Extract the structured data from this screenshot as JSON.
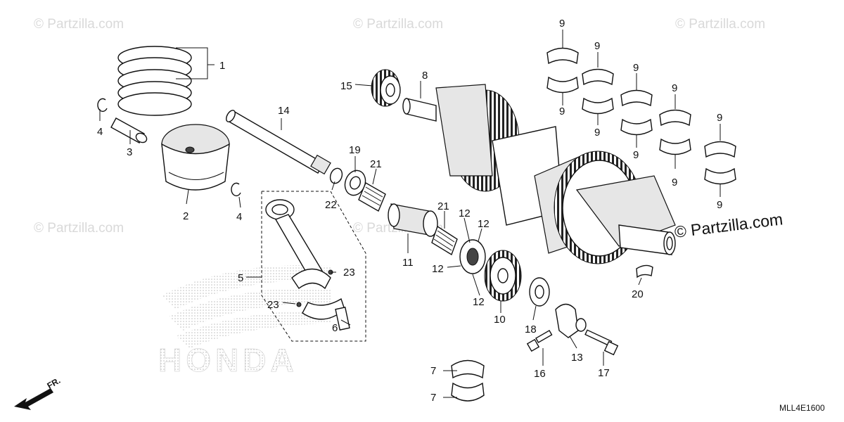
{
  "watermarks": {
    "text": "© Partzilla.com",
    "main_text": "© Partzilla.com"
  },
  "diagram_code": "MLL4E1600",
  "direction_label": "FR.",
  "brand_logo_text": "HONDA",
  "callouts": [
    {
      "id": "c1",
      "text": "1"
    },
    {
      "id": "c2",
      "text": "2"
    },
    {
      "id": "c3",
      "text": "3"
    },
    {
      "id": "c4a",
      "text": "4"
    },
    {
      "id": "c4b",
      "text": "4"
    },
    {
      "id": "c5",
      "text": "5"
    },
    {
      "id": "c6",
      "text": "6"
    },
    {
      "id": "c7a",
      "text": "7"
    },
    {
      "id": "c7b",
      "text": "7"
    },
    {
      "id": "c8",
      "text": "8"
    },
    {
      "id": "c9a",
      "text": "9"
    },
    {
      "id": "c9b",
      "text": "9"
    },
    {
      "id": "c9c",
      "text": "9"
    },
    {
      "id": "c9d",
      "text": "9"
    },
    {
      "id": "c9e",
      "text": "9"
    },
    {
      "id": "c9f",
      "text": "9"
    },
    {
      "id": "c9g",
      "text": "9"
    },
    {
      "id": "c9h",
      "text": "9"
    },
    {
      "id": "c9i",
      "text": "9"
    },
    {
      "id": "c9j",
      "text": "9"
    },
    {
      "id": "c10",
      "text": "10"
    },
    {
      "id": "c11",
      "text": "11"
    },
    {
      "id": "c12a",
      "text": "12"
    },
    {
      "id": "c12b",
      "text": "12"
    },
    {
      "id": "c12c",
      "text": "12"
    },
    {
      "id": "c12d",
      "text": "12"
    },
    {
      "id": "c13",
      "text": "13"
    },
    {
      "id": "c14",
      "text": "14"
    },
    {
      "id": "c15",
      "text": "15"
    },
    {
      "id": "c16",
      "text": "16"
    },
    {
      "id": "c17",
      "text": "17"
    },
    {
      "id": "c18",
      "text": "18"
    },
    {
      "id": "c19",
      "text": "19"
    },
    {
      "id": "c20",
      "text": "20"
    },
    {
      "id": "c21a",
      "text": "21"
    },
    {
      "id": "c21b",
      "text": "21"
    },
    {
      "id": "c22",
      "text": "22"
    },
    {
      "id": "c23a",
      "text": "23"
    },
    {
      "id": "c23b",
      "text": "23"
    }
  ]
}
